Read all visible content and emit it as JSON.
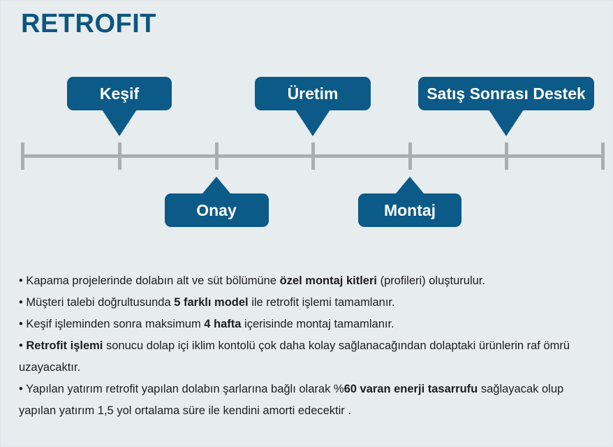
{
  "header": {
    "title": "RETROFIT"
  },
  "colors": {
    "background": "#e7ecef",
    "brand_blue": "#0b5a87",
    "title_blue": "#0c5680",
    "axis_gray": "#a9aeb1",
    "text": "#1d1d1d",
    "callout_text": "#ffffff"
  },
  "timeline": {
    "axis": {
      "tick_count": 7,
      "tick_positions": [
        31,
        170,
        309,
        447,
        586,
        724,
        862
      ]
    },
    "stages": [
      {
        "label": "Keşif",
        "position": "above",
        "tick_index": 1
      },
      {
        "label": "Onay",
        "position": "below",
        "tick_index": 2
      },
      {
        "label": "Üretim",
        "position": "above",
        "tick_index": 3
      },
      {
        "label": "Montaj",
        "position": "below",
        "tick_index": 4
      },
      {
        "label": "Satış Sonrası Destek",
        "position": "above",
        "tick_index": 5
      }
    ]
  },
  "notes": {
    "bullet": "•",
    "items": [
      {
        "parts": [
          {
            "text": "• Kapama projelerinde dolabın alt ve süt bölümüne ",
            "bold": false
          },
          {
            "text": "özel montaj kitleri",
            "bold": true
          },
          {
            "text": " (profileri) oluşturulur.",
            "bold": false
          }
        ]
      },
      {
        "parts": [
          {
            "text": "• Müşteri talebi doğrultusunda ",
            "bold": false
          },
          {
            "text": "5 farklı model",
            "bold": true
          },
          {
            "text": " ile retrofit işlemi tamamlanır.",
            "bold": false
          }
        ]
      },
      {
        "parts": [
          {
            "text": "• Keşif işleminden sonra maksimum ",
            "bold": false
          },
          {
            "text": "4 hafta",
            "bold": true
          },
          {
            "text": " içerisinde montaj tamamlanır.",
            "bold": false
          }
        ]
      },
      {
        "parts": [
          {
            "text": "• ",
            "bold": false
          },
          {
            "text": "Retrofit işlemi",
            "bold": true
          },
          {
            "text": " sonucu dolap içi iklim kontolü çok daha kolay sağlanacağından dolaptaki ürünlerin raf ömrü uzayacaktır.",
            "bold": false
          }
        ]
      },
      {
        "parts": [
          {
            "text": "• Yapılan yatırım retrofit yapılan dolabın şarlarına bağlı olarak %",
            "bold": false
          },
          {
            "text": "60 varan enerji tasarrufu",
            "bold": true
          },
          {
            "text": " sağlayacak olup yapılan yatırım 1,5 yol ortalama süre ile kendini amorti edecektir .",
            "bold": false
          }
        ]
      }
    ]
  }
}
